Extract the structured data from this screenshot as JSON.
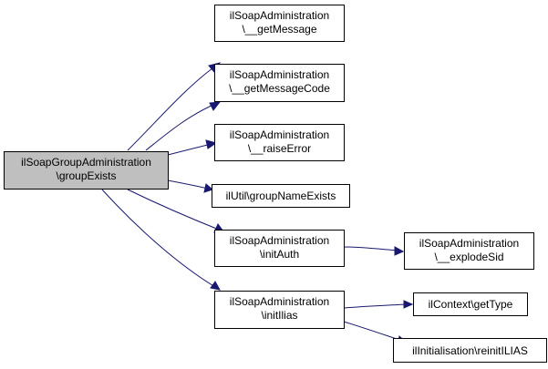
{
  "colors": {
    "background": "#ffffff",
    "node_fill": "#ffffff",
    "focus_fill": "#bfbfbf",
    "border": "#000000",
    "edge": "#191970"
  },
  "nodes": {
    "groupExists": {
      "line1": "ilSoapGroupAdministration",
      "line2": "\\groupExists"
    },
    "getMessage": {
      "line1": "ilSoapAdministration",
      "line2": "\\__getMessage"
    },
    "getMessageCode": {
      "line1": "ilSoapAdministration",
      "line2": "\\__getMessageCode"
    },
    "raiseError": {
      "line1": "ilSoapAdministration",
      "line2": "\\__raiseError"
    },
    "groupNameExists": {
      "line1": "ilUtil\\groupNameExists"
    },
    "initAuth": {
      "line1": "ilSoapAdministration",
      "line2": "\\initAuth"
    },
    "explodeSid": {
      "line1": "ilSoapAdministration",
      "line2": "\\__explodeSid"
    },
    "initIlias": {
      "line1": "ilSoapAdministration",
      "line2": "\\initIlias"
    },
    "getType": {
      "line1": "ilContext\\getType"
    },
    "reinitILIAS": {
      "line1": "ilInitialisation\\reinitILIAS"
    }
  }
}
